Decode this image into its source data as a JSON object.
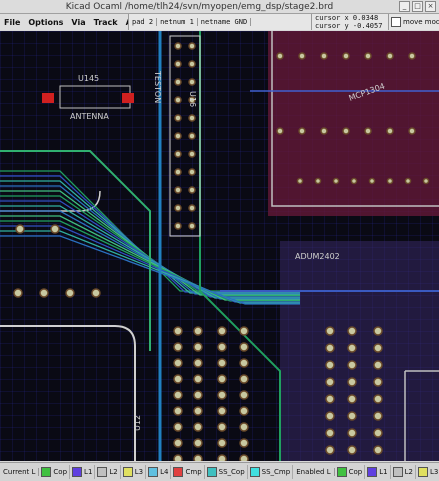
{
  "window": {
    "title": "Kicad Ocaml /home/tlh24/svn/myopen/emg_dsp/stage2.brd"
  },
  "menu": [
    "File",
    "Options",
    "Via",
    "Track",
    "Align"
  ],
  "info": {
    "pad": "pad 2",
    "netnum": "netnum 1",
    "netname": "netname GND"
  },
  "cursor": {
    "x": "cursor x 0.0348",
    "y": "cursor y -0.4057"
  },
  "move_modules": {
    "label": "move module",
    "checked": false
  },
  "board_labels": {
    "u145": "U145",
    "antenna": "ANTENNA",
    "u16": "U16",
    "teston": "TESTON",
    "ic1": "MCP1304",
    "adum": "ADUM2402",
    "u12": "U12"
  },
  "layer_bar": {
    "current_label": "Current L",
    "enabled_label": "Enabled L",
    "current_layers": [
      {
        "name": "Cop",
        "color": "#40c040"
      },
      {
        "name": "L1",
        "color": "#6040e0"
      },
      {
        "name": "L2",
        "color": "#c0c0c0"
      },
      {
        "name": "L3",
        "color": "#e0e060"
      },
      {
        "name": "L4",
        "color": "#60c0e0"
      },
      {
        "name": "Cmp",
        "color": "#e04040"
      },
      {
        "name": "SS_Cop",
        "color": "#40c0c0"
      },
      {
        "name": "SS_Cmp",
        "color": "#40e0e0"
      }
    ],
    "enabled_layers": [
      {
        "name": "Cop",
        "color": "#40c040"
      },
      {
        "name": "L1",
        "color": "#6040e0"
      },
      {
        "name": "L2",
        "color": "#c0c0c0"
      },
      {
        "name": "L3",
        "color": "#e0e060"
      },
      {
        "name": "",
        "color": "#c08040"
      }
    ]
  }
}
